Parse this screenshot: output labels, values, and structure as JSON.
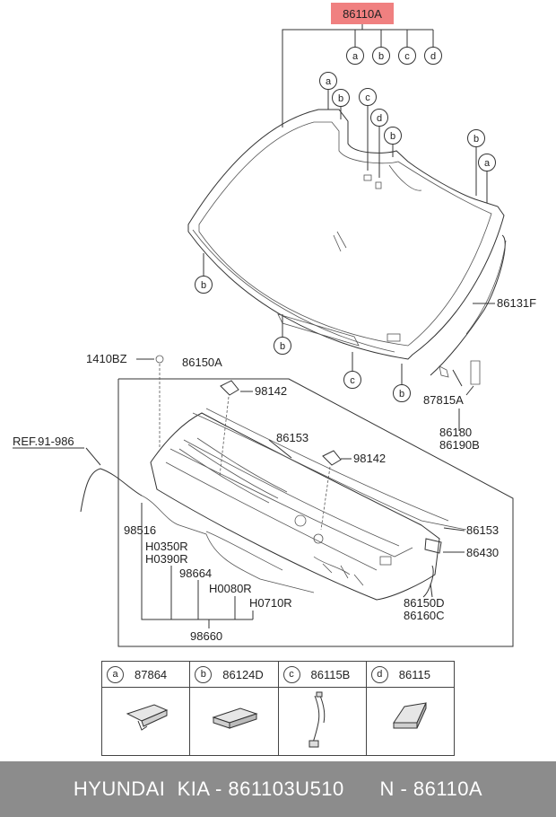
{
  "part_number": "86110A",
  "callouts": {
    "glass_set_letters": [
      "a",
      "b",
      "c",
      "d"
    ],
    "moulding": "86131F",
    "cowl_box": "86150A",
    "bolt": "1410BZ",
    "nozzle_1": "98142",
    "nozzle_2": "98142",
    "cowl_top_1": "86153",
    "cowl_top_2": "86153",
    "seal": "86430",
    "bracket": "87815A",
    "clip_1": "86180",
    "clip_2": "86190B",
    "side_cover_1": "86150D",
    "side_cover_2": "86160C",
    "ref": "REF.91-986",
    "check_valve": "98516",
    "hose_1": "H0350R",
    "hose_2": "H0390R",
    "hose_3": "98664",
    "hose_4": "H0080R",
    "hose_5": "H0710R",
    "hose_assy": "98660"
  },
  "markers": {
    "top_a": "a",
    "top_b": "b",
    "mid_c": "c",
    "mid_d": "d",
    "mid_b": "b",
    "right_b": "b",
    "right_a": "a",
    "left_b": "b",
    "bottom_b": "b",
    "bottom_c": "c",
    "bottom_b2": "b"
  },
  "legend": [
    {
      "letter": "a",
      "part": "87864"
    },
    {
      "letter": "b",
      "part": "86124D"
    },
    {
      "letter": "c",
      "part": "86115B"
    },
    {
      "letter": "d",
      "part": "86115"
    }
  ],
  "footer": "HYUNDAI  KIA - 861103U510      N - 86110A",
  "colors": {
    "highlight": "#f08080",
    "footer_bg": "#8c8c8c"
  }
}
